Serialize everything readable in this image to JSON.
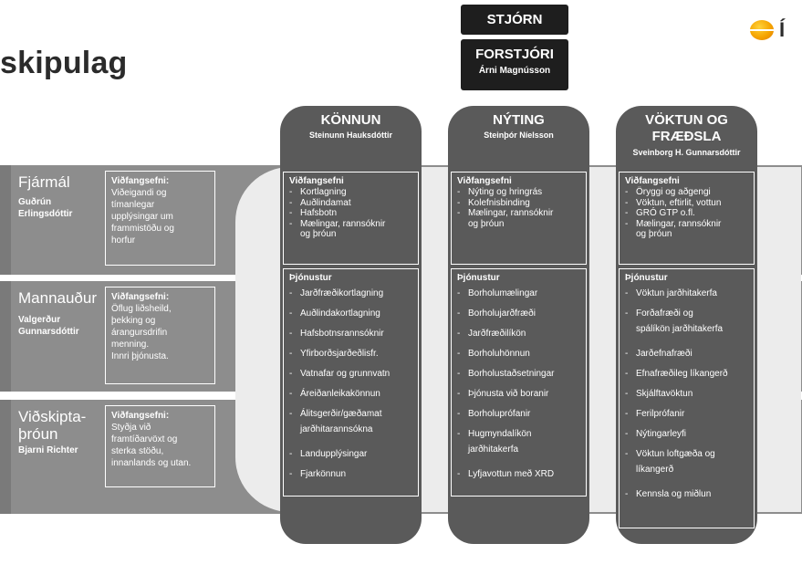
{
  "title": "skipulag",
  "logo_text": "Í",
  "stjorn": "STJÓRN",
  "forstjori": {
    "title": "FORSTJÓRI",
    "name": "Árni Magnússon"
  },
  "bands": [
    {
      "name_lines": [
        "Fjármál"
      ],
      "person_lines": [
        "Guðrún",
        "Erlingsdóttir"
      ],
      "topic_heading": "Viðfangsefni:",
      "topic_lines": [
        "Viðeigandi og",
        "tímanlegar",
        "upplýsingar um",
        "frammistöðu og",
        "horfur"
      ]
    },
    {
      "name_lines": [
        "Mannauður"
      ],
      "person_lines": [
        "Valgerður",
        "Gunnarsdóttir"
      ],
      "topic_heading": "Viðfangsefni:",
      "topic_lines": [
        "Öflug liðsheild,",
        "þekking og",
        "árangursdrifin",
        "menning.",
        "Innri þjónusta."
      ]
    },
    {
      "name_lines": [
        "Viðskipta-",
        "þróun"
      ],
      "person_lines": [
        "Bjarni Richter"
      ],
      "topic_heading": "Viðfangsefni:",
      "topic_lines": [
        "Styðja við",
        "framtíðarvöxt og",
        "sterka stöðu,",
        "innanlands og utan."
      ]
    }
  ],
  "columns": [
    {
      "title_lines": [
        "KÖNNUN"
      ],
      "lead": "Steinunn Hauksdóttir",
      "topics_heading": "Viðfangsefni",
      "topics": [
        [
          "Kortlagning"
        ],
        [
          "Auðlindamat"
        ],
        [
          "Hafsbotn"
        ],
        [
          "Mælingar, rannsóknir",
          "og þróun"
        ]
      ],
      "services_heading": "Þjónustur",
      "services": [
        [
          "Jarðfræðikortlagning"
        ],
        [
          "Auðlindakortlagning"
        ],
        [
          "Hafsbotnsrannsóknir"
        ],
        [
          "Yfirborðsjarðeðlisfr."
        ],
        [
          "Vatnafar og grunnvatn"
        ],
        [
          "Áreiðanleikakönnun"
        ],
        [
          "Álitsgerðir/gæðamat",
          "jarðhitarannsókna"
        ],
        [
          "Landupplýsingar"
        ],
        [
          "Fjarkönnun"
        ]
      ]
    },
    {
      "title_lines": [
        "NÝTING"
      ],
      "lead": "Steinþór Níelsson",
      "topics_heading": "Viðfangsefni",
      "topics": [
        [
          "Nýting og hringrás"
        ],
        [
          "Kolefnisbinding"
        ],
        [
          "Mælingar, rannsóknir",
          "og þróun"
        ]
      ],
      "services_heading": "Þjónustur",
      "services": [
        [
          "Borholumælingar"
        ],
        [
          "Borholujarðfræði"
        ],
        [
          "Jarðfræðilíkön"
        ],
        [
          "Borholuhönnun"
        ],
        [
          "Borholustaðsetningar"
        ],
        [
          "Þjónusta við boranir"
        ],
        [
          "Borholuprófanir"
        ],
        [
          "Hugmyndalíkön",
          "jarðhitakerfa"
        ],
        [
          "Lyfjavottun með XRD"
        ]
      ]
    },
    {
      "title_lines": [
        "VÖKTUN OG",
        "FRÆÐSLA"
      ],
      "lead": "Sveinborg H. Gunnarsdóttir",
      "topics_heading": "Viðfangsefni",
      "topics": [
        [
          "Öryggi og aðgengi"
        ],
        [
          "Vöktun, eftirlit, vottun"
        ],
        [
          "GRÓ GTP o.fl."
        ],
        [
          "Mælingar, rannsóknir",
          "og þróun"
        ]
      ],
      "services_heading": "Þjónustur",
      "services": [
        [
          "Vöktun jarðhitakerfa"
        ],
        [
          "Forðafræði og",
          "spálíkön jarðhitakerfa"
        ],
        [
          "Jarðefnafræði"
        ],
        [
          "Efnafræðileg líkangerð"
        ],
        [
          "Skjálftavöktun"
        ],
        [
          "Ferilprófanir"
        ],
        [
          "Nýtingarleyfi"
        ],
        [
          "Vöktun loftgæða og",
          "líkangerð"
        ],
        [
          "Kennsla og miðlun"
        ]
      ]
    }
  ]
}
